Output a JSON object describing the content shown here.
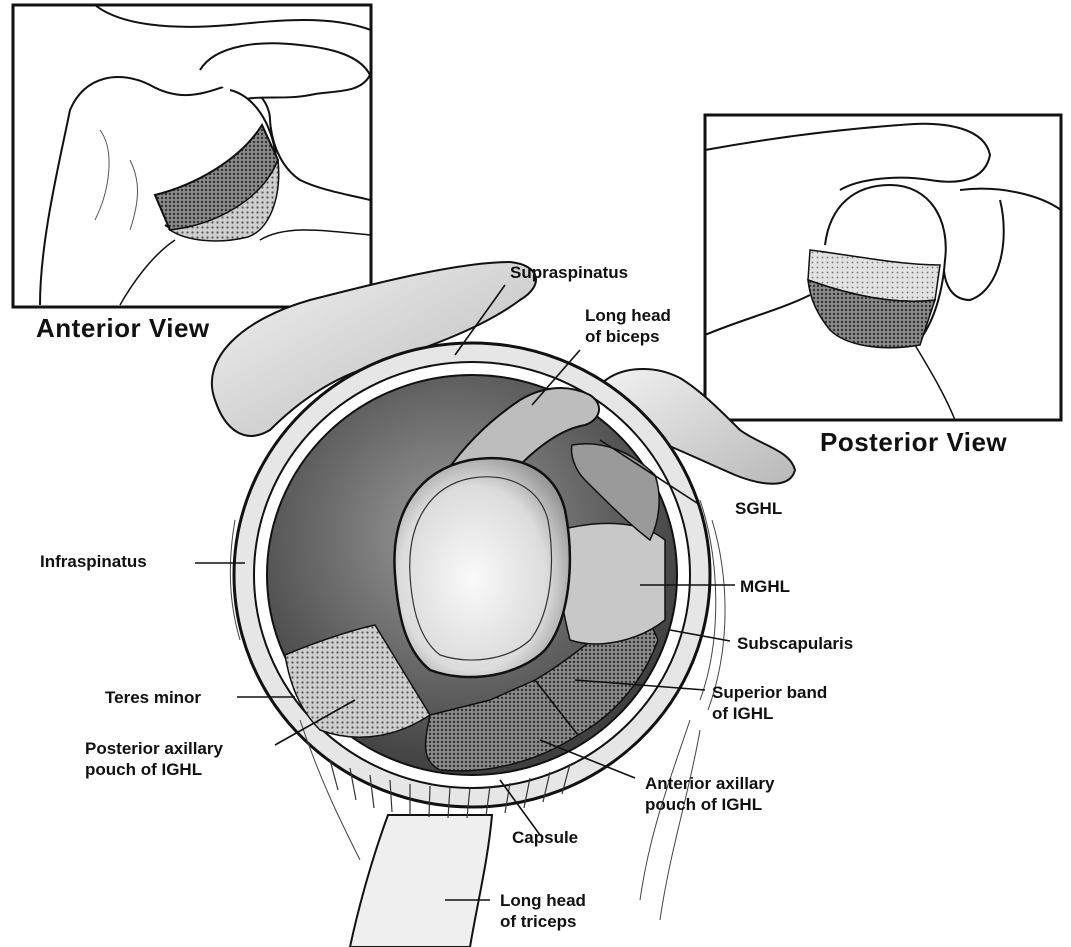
{
  "insets": {
    "anterior_title": "Anterior View",
    "posterior_title": "Posterior View"
  },
  "labels": {
    "supraspinatus": "Supraspinatus",
    "long_head_biceps": "Long head\nof biceps",
    "sghl": "SGHL",
    "infraspinatus": "Infraspinatus",
    "mghl": "MGHL",
    "subscapularis": "Subscapularis",
    "teres_minor": "Teres minor",
    "superior_band": "Superior band\nof IGHL",
    "posterior_axillary": "Posterior axillary\npouch of IGHL",
    "anterior_axillary": "Anterior axillary\npouch of IGHL",
    "capsule": "Capsule",
    "long_head_triceps": "Long head\nof triceps"
  },
  "colors": {
    "ink": "#111111",
    "cavity_dark": "#5e5e5e",
    "glenoid_light": "#e8e8e8",
    "ligament_gray": "#9a9a9a"
  }
}
